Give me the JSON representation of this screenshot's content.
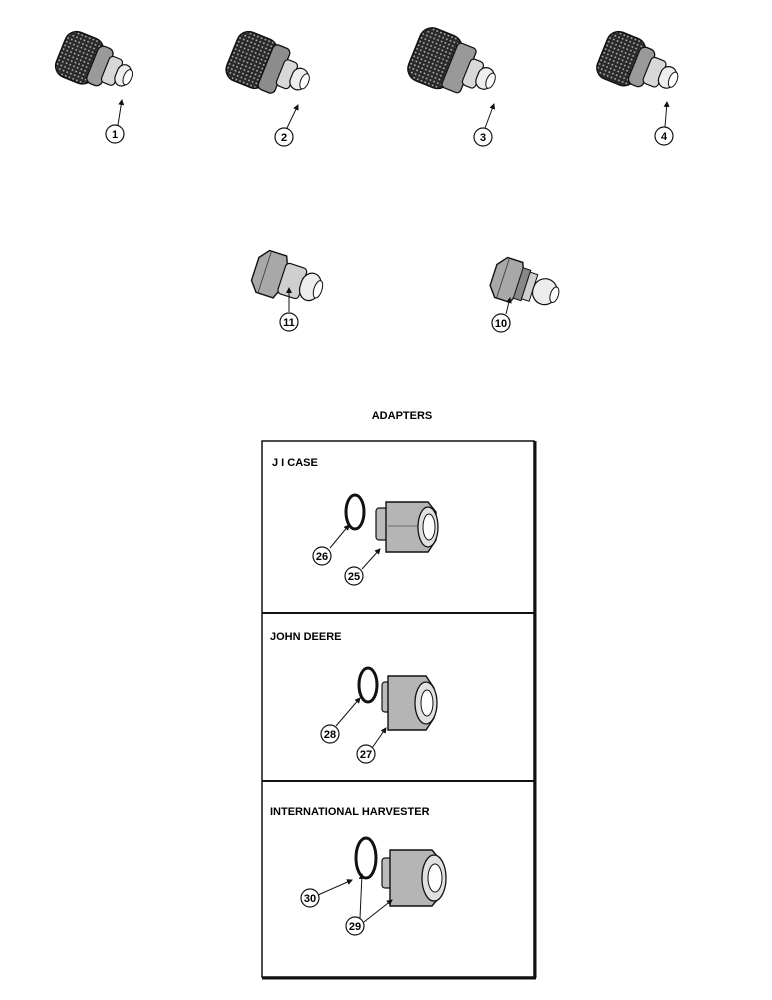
{
  "section_title": "ADAPTERS",
  "couplers": [
    {
      "callout": "1"
    },
    {
      "callout": "2"
    },
    {
      "callout": "3"
    },
    {
      "callout": "4"
    }
  ],
  "plugs": [
    {
      "callout": "11"
    },
    {
      "callout": "10"
    }
  ],
  "adapter_panels": [
    {
      "title": "J I CASE",
      "seal_callout": "26",
      "adapter_callout": "25"
    },
    {
      "title": "JOHN DEERE",
      "seal_callout": "28",
      "adapter_callout": "27"
    },
    {
      "title": "INTERNATIONAL HARVESTER",
      "seal_callout": "30",
      "adapter_callout": "29"
    }
  ]
}
